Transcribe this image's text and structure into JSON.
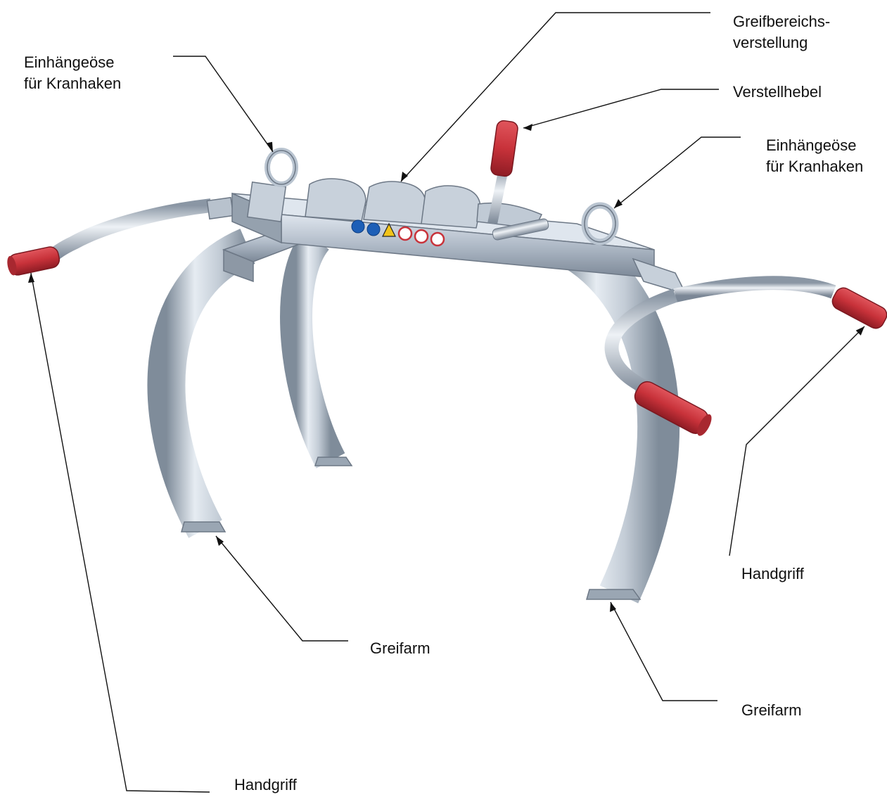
{
  "labels": {
    "eye_left": {
      "line1": "Einhängeöse",
      "line2": "für Kranhaken"
    },
    "range_adjust": {
      "line1": "Greifbereichs-",
      "line2": "verstellung"
    },
    "lever": "Verstellhebel",
    "eye_right": {
      "line1": "Einhängeöse",
      "line2": "für Kranhaken"
    },
    "handle_right": "Handgriff",
    "arm_center": "Greifarm",
    "arm_right": "Greifarm",
    "handle_bottom": "Handgriff"
  },
  "colors": {
    "steel": "#b9c4d0",
    "steel_dark": "#7f8c9a",
    "steel_light": "#e6ecf2",
    "grip_red": "#c8323a",
    "grip_dark": "#8e1c24",
    "leader_line": "#111111"
  }
}
